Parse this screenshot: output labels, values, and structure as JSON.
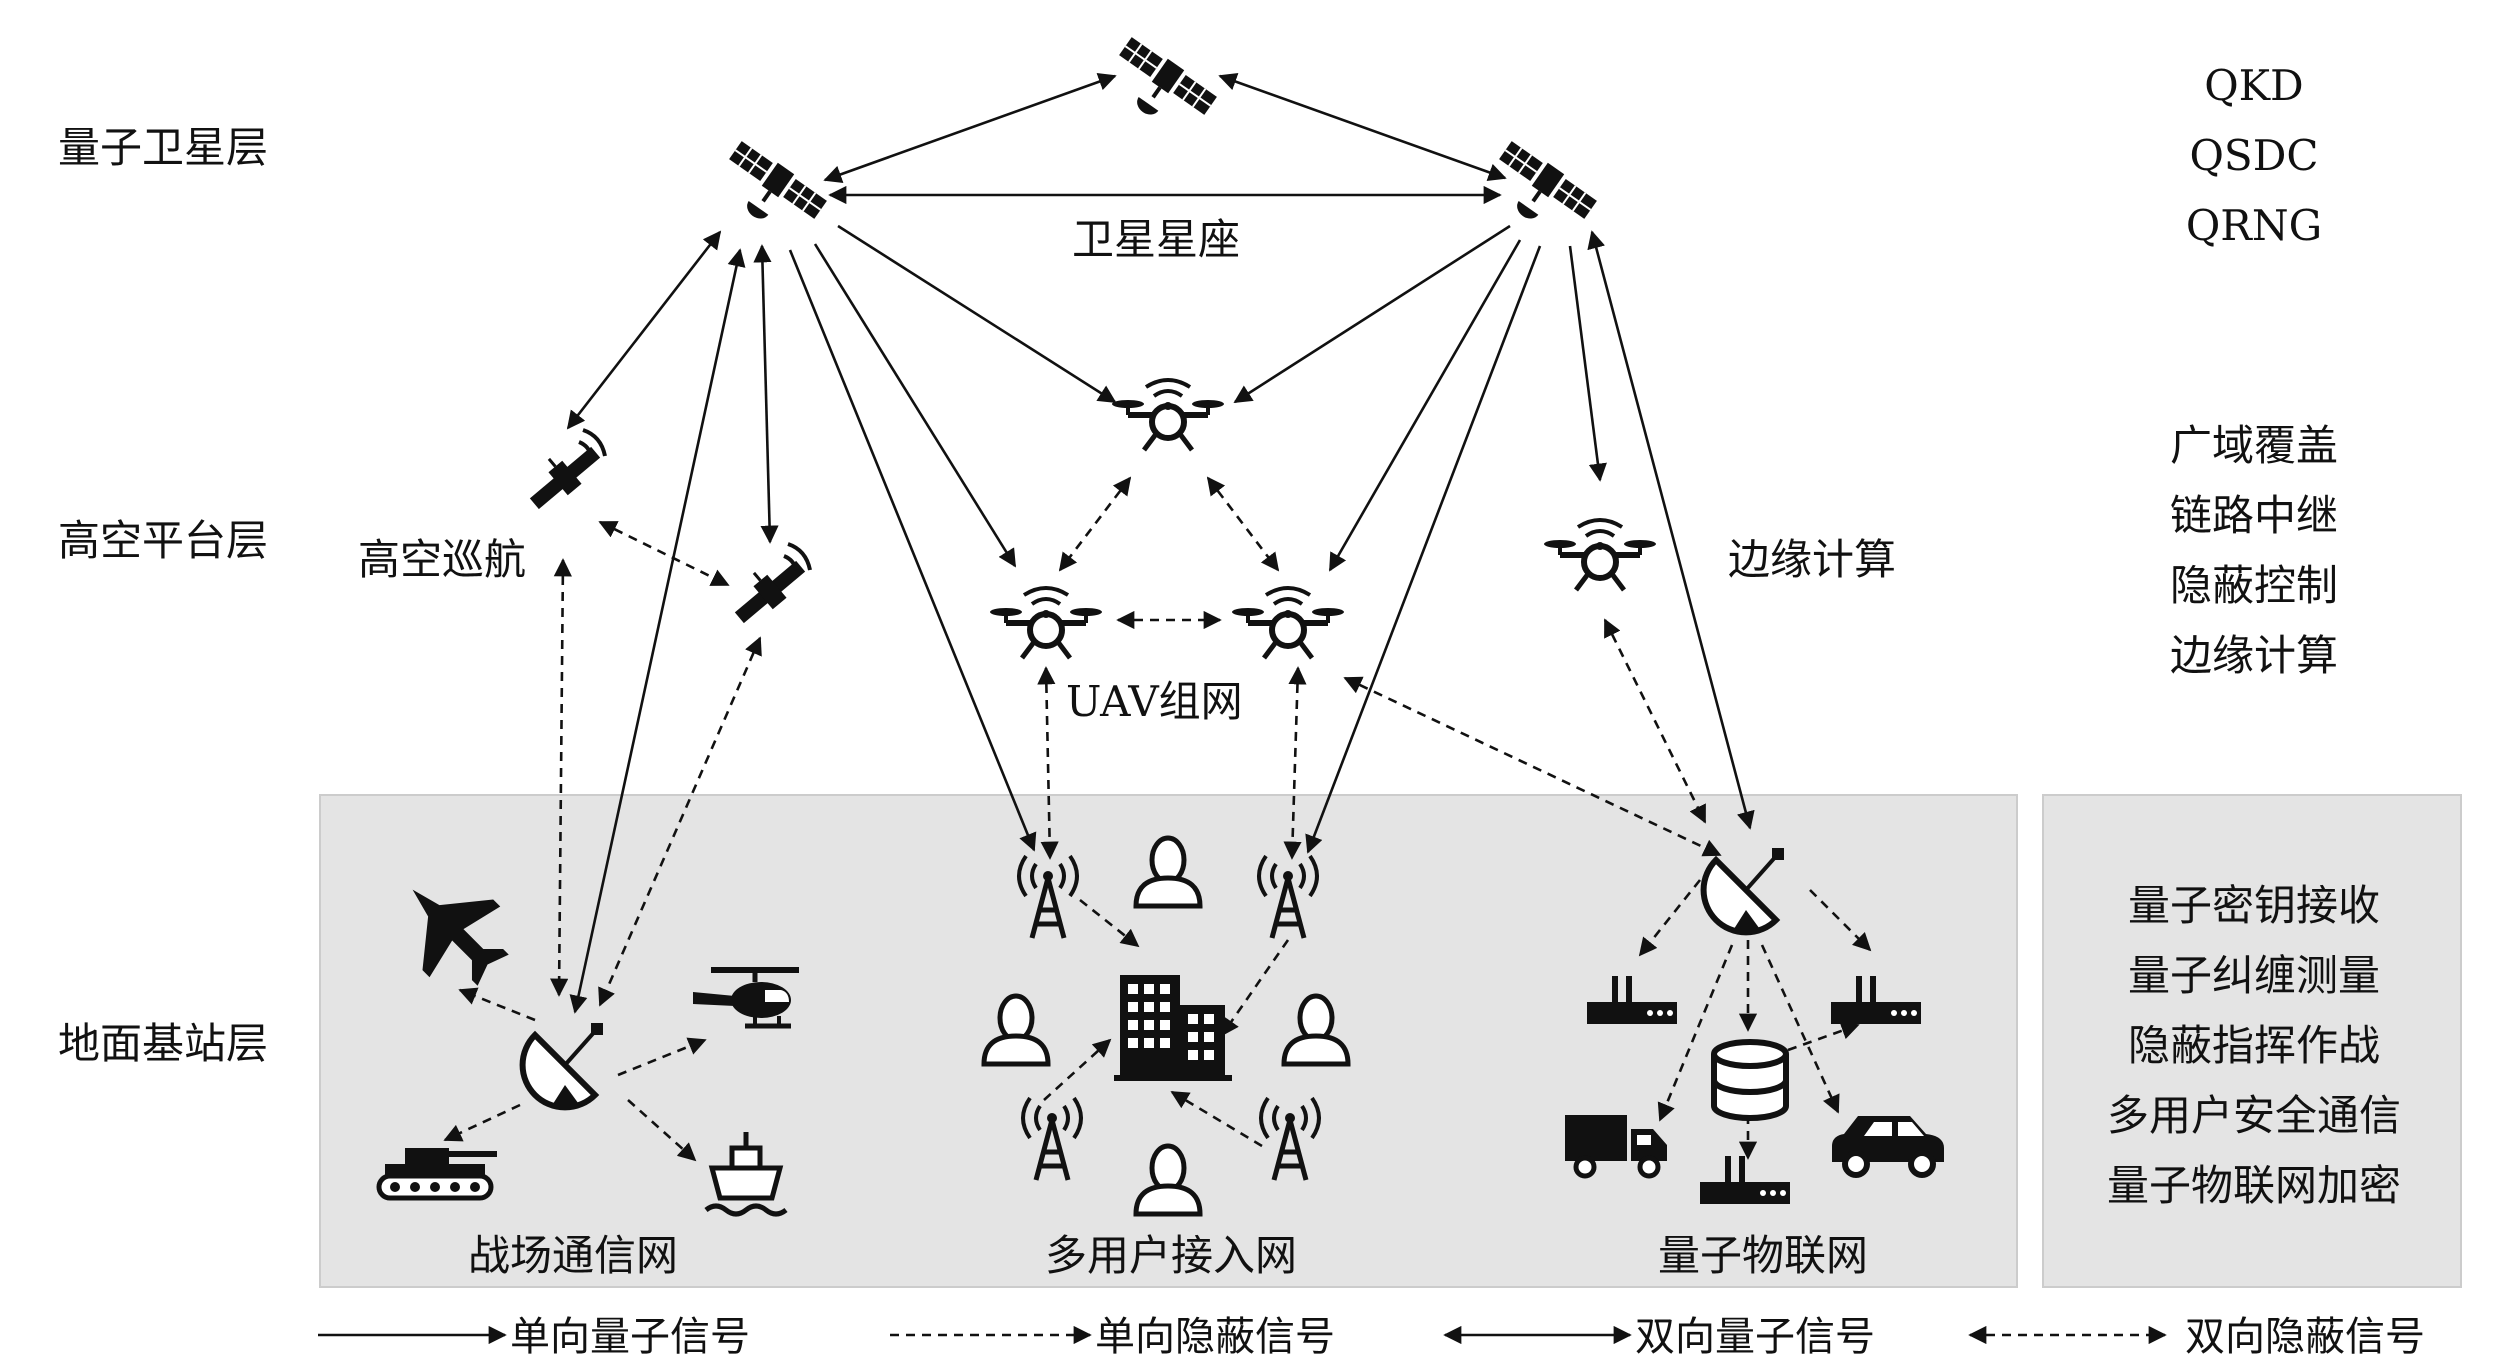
{
  "layers": {
    "satellite": "量子卫星层",
    "platform": "高空平台层",
    "ground": "地面基站层"
  },
  "labels": {
    "constellation": "卫星星座",
    "high_altitude_cruise": "高空巡航",
    "uav_network": "UAV组网",
    "edge_computing": "边缘计算",
    "battlefield_network": "战场通信网",
    "multi_user_access": "多用户接入网",
    "quantum_iot": "量子物联网"
  },
  "right_column": {
    "satellite_functions": [
      "QKD",
      "QSDC",
      "QRNG"
    ],
    "platform_functions": [
      "广域覆盖",
      "链路中继",
      "隐蔽控制",
      "边缘计算"
    ],
    "ground_functions": [
      "量子密钥接收",
      "量子纠缠测量",
      "隐蔽指挥作战",
      "多用户安全通信",
      "量子物联网加密"
    ]
  },
  "legend": {
    "one_way_quantum": "单向量子信号",
    "one_way_covert": "单向隐蔽信号",
    "two_way_quantum": "双向量子信号",
    "two_way_covert": "双向隐蔽信号"
  },
  "colors": {
    "ink": "#111111",
    "panel": "#e4e4e4",
    "panel_edge": "#cccccc",
    "background": "#ffffff"
  }
}
